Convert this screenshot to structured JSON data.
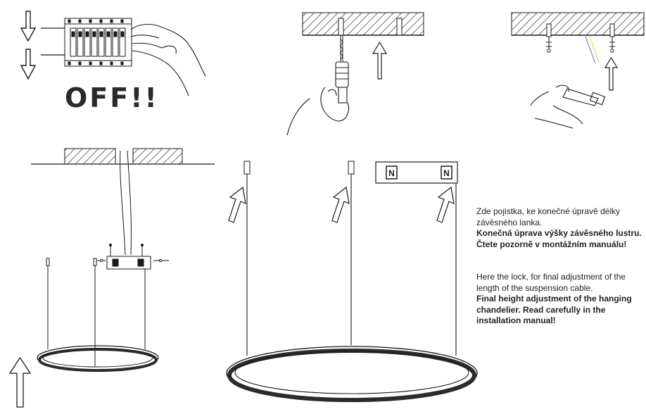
{
  "labels": {
    "off": "OFF!!",
    "fuse_symbol_left": "N",
    "fuse_symbol_right": "N"
  },
  "note_cz": {
    "text": "Zde pojistka, ke konečné úpravě délky závěsného lanka.",
    "bold_line_1": "Konečná úprava výšky závěsného lustru.",
    "bold_line_2": "Čtete pozorně v montážním manuálu!"
  },
  "note_en": {
    "text": "Here the lock, for final adjustment of the length of the suspension cable.",
    "bold": "Final height adjustment of the hanging chandelier. Read carefully in the installation manual!"
  },
  "colors": {
    "line": "#1a1a1a",
    "ring_fill": "#2b2b2b",
    "hatch": "#333333",
    "arrow_fill": "#ffffff"
  }
}
